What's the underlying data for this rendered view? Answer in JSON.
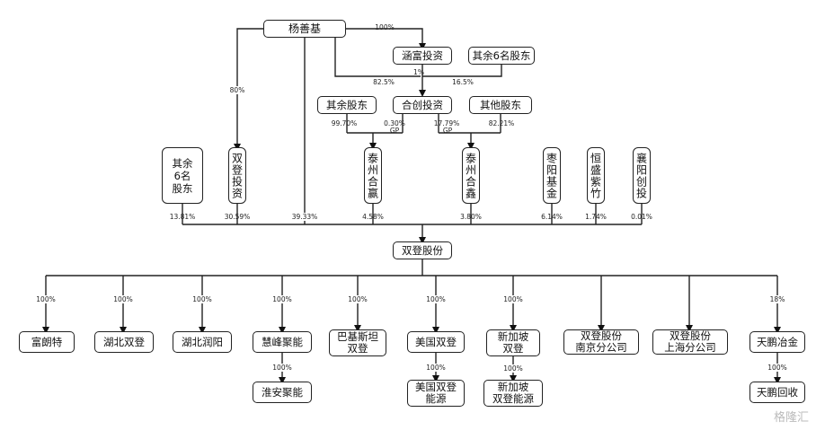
{
  "nodes": {
    "yang": "杨善基",
    "hanfu": "涵富投资",
    "others6_top": "其余6名股东",
    "qiyu_gudong": "其余股东",
    "hechuang": "合创投资",
    "qita_gudong": "其他股东",
    "qiyu6_left": "其余\n6名\n股东",
    "sd_touzi": "双登投资",
    "taizhou_hehui": "泰州合赢",
    "taizhou_hexin": "泰州合鑫",
    "zaoyang": "枣阳基金",
    "hengsheng": "恒盛紫竹",
    "xiangyang": "襄阳创投",
    "sd_gufen": "双登股份",
    "fulangte": "富朗特",
    "hubei_sd": "湖北双登",
    "hubei_ry": "湖北润阳",
    "huifeng": "慧峰聚能",
    "huaian": "淮安聚能",
    "brazil": "巴基斯坦\n双登",
    "us_sd": "美国双登",
    "us_energy": "美国双登\n能源",
    "sg_sd": "新加坡\n双登",
    "sg_energy": "新加坡\n双登能源",
    "nanjing": "双登股份\n南京分公司",
    "shanghai": "双登股份\n上海分公司",
    "tianpeng": "天鹏冶金",
    "tianpeng_hs": "天鹏回收"
  },
  "percents": {
    "yang_hanfu": "100%",
    "hanfu_hechuang": "1%",
    "yang_hechuang": "82.5%",
    "others6_hechuang": "16.5%",
    "yang_sd_touzi": "80%",
    "qiyu_hehui": "99.70%",
    "hechuang_hehui": "0.30%",
    "hechuang_hehui_gp": "GP",
    "hechuang_hexin": "17.79%",
    "hechuang_hexin_gp": "GP",
    "qita_hexin": "82.21%",
    "qiyu6_sdgf": "13.81%",
    "sdtouzi_sdgf": "30.59%",
    "yang_sdgf": "39.33%",
    "hehui_sdgf": "4.58%",
    "hexin_sdgf": "3.80%",
    "zaoyang_sdgf": "6.14%",
    "hengsheng_sdgf": "1.74%",
    "xiangyang_sdgf": "0.01%",
    "fulangte": "100%",
    "hubei_sd": "100%",
    "hubei_ry": "100%",
    "huifeng": "100%",
    "huaian": "100%",
    "brazil": "100%",
    "us_sd": "100%",
    "us_energy": "100%",
    "sg_sd": "100%",
    "sg_energy": "100%",
    "tianpeng": "18%",
    "tianpeng_hs": "100%"
  },
  "watermark": "格隆汇"
}
